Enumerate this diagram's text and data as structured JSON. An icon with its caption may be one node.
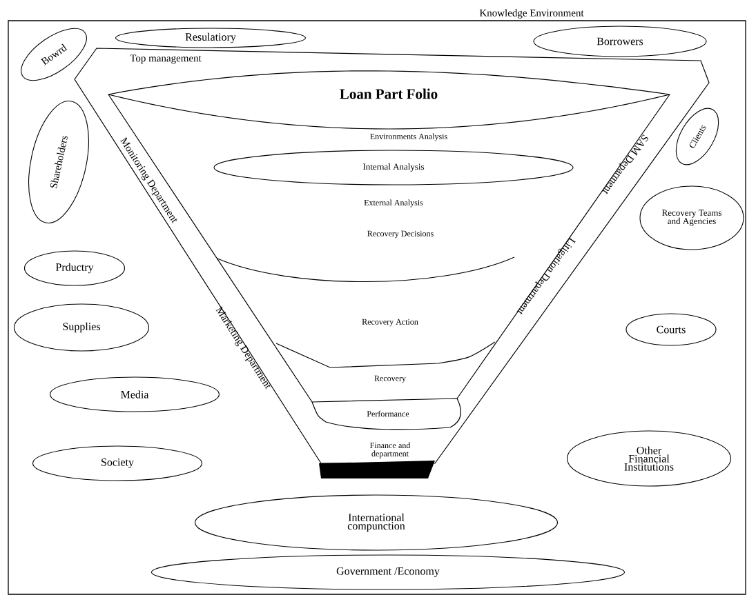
{
  "diagram": {
    "nodes": [
      {
        "text": [
          "Knowledge Environment"
        ]
      },
      {
        "text": [
          "Resulatiory"
        ],
        "in": 0
      },
      {
        "text": [
          "Borrowers"
        ],
        "in": 0
      },
      {
        "text": [
          "Bowrd"
        ],
        "in": 0
      },
      {
        "text": [
          "Top management"
        ],
        "in": 0
      },
      {
        "text": [
          "Loan Part Folio"
        ],
        "in": 4
      },
      {
        "text": [
          "Internal Analysis"
        ],
        "in": 4
      },
      {
        "text": [
          "Performance"
        ],
        "in": 4
      },
      {
        "text": [
          "Shareholders"
        ],
        "in": 0
      },
      {
        "text": [
          "Clients"
        ],
        "in": 0
      },
      {
        "text": [
          "Recovery Teams and Agencies"
        ],
        "in": 0
      },
      {
        "text": [
          "Prductry"
        ],
        "in": 0
      },
      {
        "text": [
          "Supplies"
        ],
        "in": 0
      },
      {
        "text": [
          "Courts"
        ],
        "in": 0
      },
      {
        "text": [
          "Media"
        ],
        "in": 0
      },
      {
        "text": [
          "Society"
        ],
        "in": 0
      },
      {
        "text": [
          "Other Financial Institutions"
        ],
        "in": 0
      },
      {
        "text": [
          "International compunction"
        ],
        "in": 0
      },
      {
        "text": [
          "Government /Economy"
        ],
        "in": 0
      }
    ],
    "labels": [
      "Environments Analysis",
      "External Analysis",
      "Recovery Decisions",
      "Recovery Action",
      "Recovery",
      "Finance and department",
      "Monitoring Department",
      "Marketing Department",
      "SAM Deparment",
      "Litigation Department"
    ]
  }
}
